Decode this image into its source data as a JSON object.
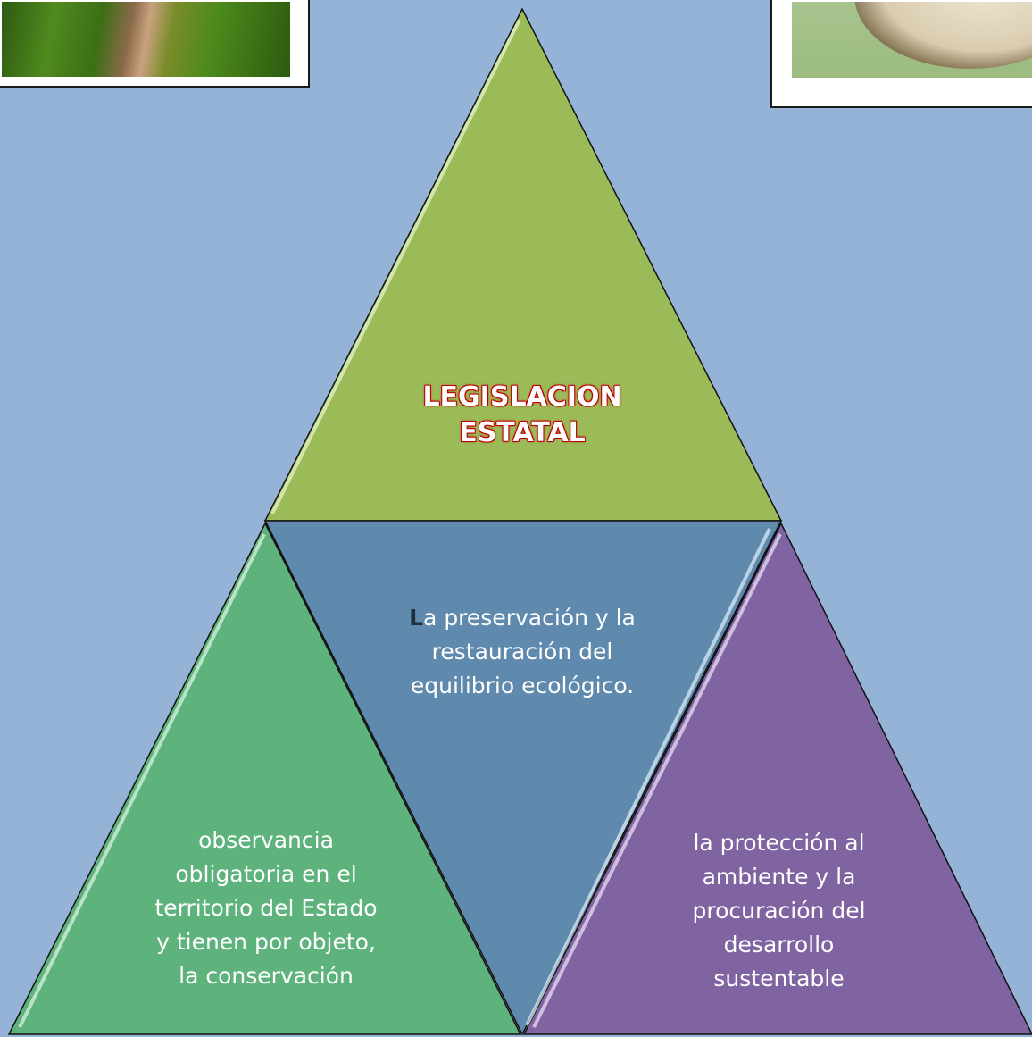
{
  "colors": {
    "background": "#95b3d7",
    "top": "#9bbb59",
    "middle": "#5f8aae",
    "left": "#5eb37d",
    "right": "#8064a2",
    "title_outline": "#c00000"
  },
  "photos": {
    "left_icon": "grass-hands-photo",
    "right_icon": "bowl-photo"
  },
  "diagram": {
    "title": "LEGISLACION ESTATAL",
    "middle_first_letter": "L",
    "middle_text": "a preservación y la restauración del equilibrio ecológico.",
    "left_text": "observancia obligatoria en el territorio del Estado y tienen por objeto, la conservación",
    "right_text": "la protección al ambiente y la procuración del desarrollo sustentable"
  }
}
